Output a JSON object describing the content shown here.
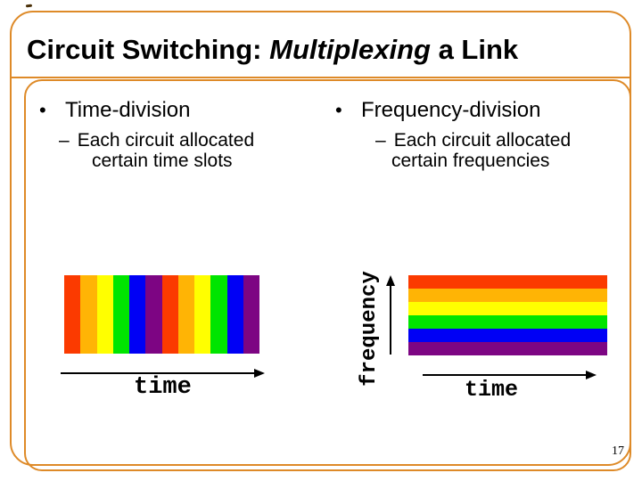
{
  "page_number": "17",
  "title": {
    "prefix": "Circuit Switching: ",
    "emphasis": "Multiplexing",
    "suffix": " a Link"
  },
  "columns": {
    "left": {
      "marker": "•",
      "heading": "Time-division",
      "sub_marker": "–",
      "sub_line1": "Each circuit allocated",
      "sub_line2": "certain time slots"
    },
    "right": {
      "marker": "•",
      "heading": "Frequency-division",
      "sub_marker": "–",
      "sub_line1": "Each circuit allocated",
      "sub_line2": "certain frequencies"
    }
  },
  "diagrams": {
    "time_division": {
      "axis_label": "time",
      "stripes": [
        "red",
        "orange",
        "yellow",
        "green",
        "blue",
        "purple",
        "red",
        "orange",
        "yellow",
        "green",
        "blue",
        "purple"
      ]
    },
    "frequency_division": {
      "x_label": "time",
      "y_label": "frequency",
      "stripes": [
        "red",
        "orange",
        "yellow",
        "green",
        "blue",
        "purple"
      ]
    }
  },
  "colors": {
    "frame": "#DE8A28",
    "red": "#FB3A00",
    "orange": "#FFB405",
    "yellow": "#FFFF00",
    "green": "#00E500",
    "blue": "#0000F5",
    "purple": "#7D0583"
  }
}
